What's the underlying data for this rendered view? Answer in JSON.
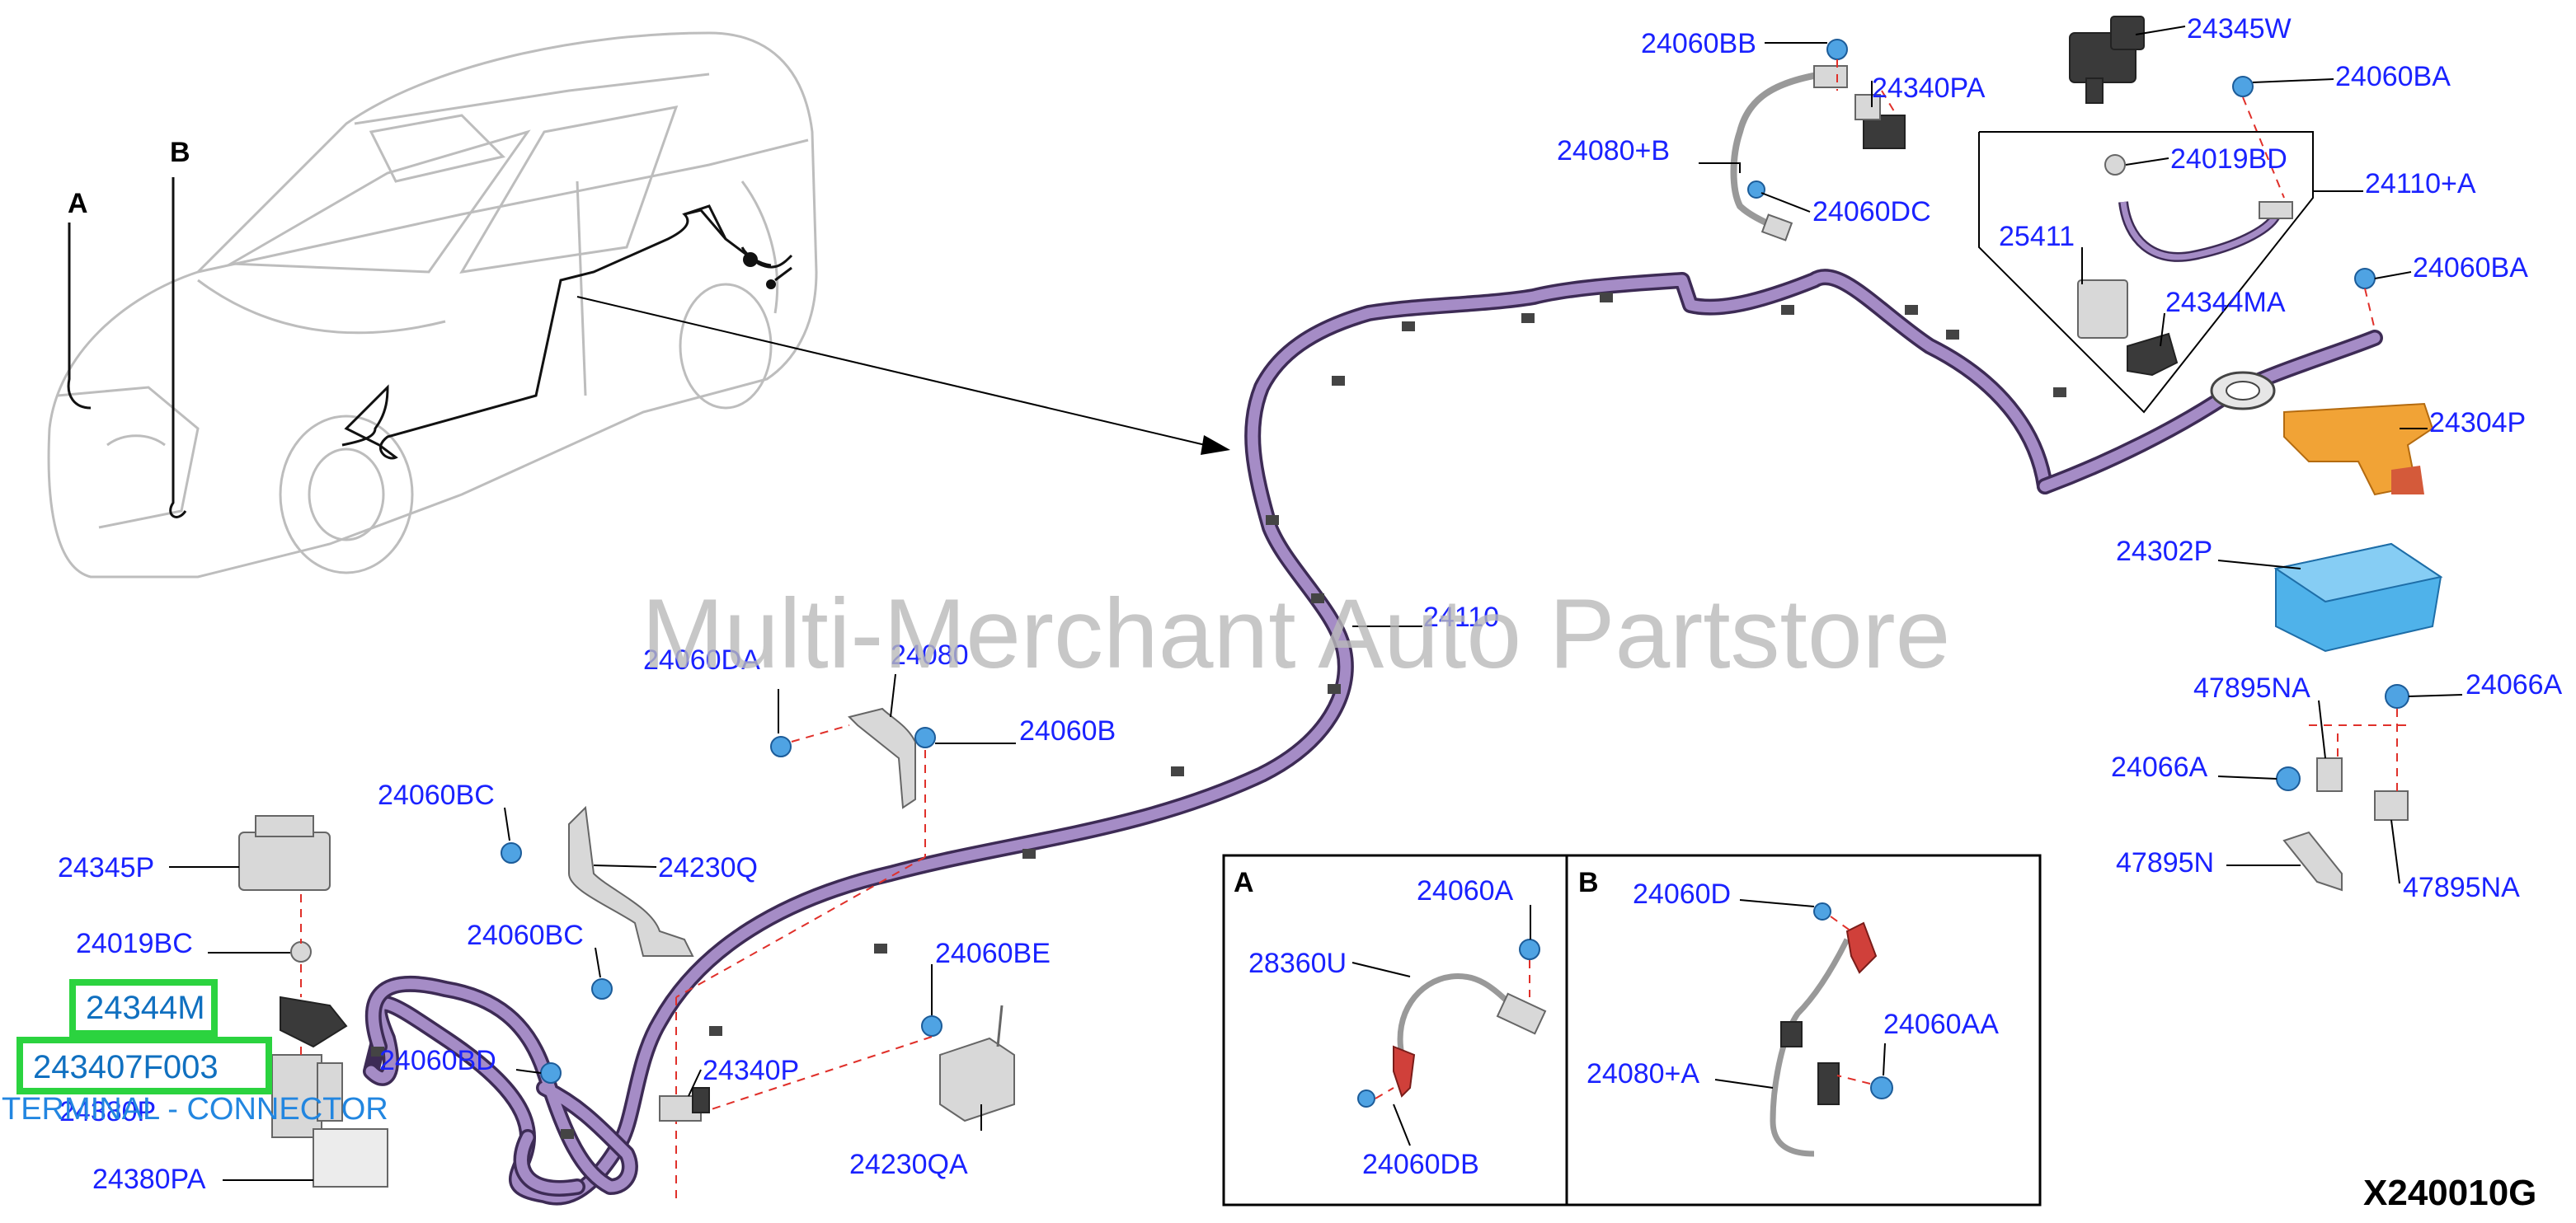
{
  "watermark": "Multi-Merchant Auto Partstore",
  "reference_code": "X240010G",
  "view_letters": {
    "a": "A",
    "b": "B"
  },
  "inset_a": {
    "letter": "A"
  },
  "inset_b": {
    "letter": "B"
  },
  "highlighted": {
    "part_1": "24344M",
    "part_2": "243407F003",
    "tooltip": "TERMINAL - CONNECTOR"
  },
  "labels": {
    "p24060BB": "24060BB",
    "p24340PA": "24340PA",
    "p24345W": "24345W",
    "p24060BA_top": "24060BA",
    "p24080B": "24080+B",
    "p24019BD": "24019BD",
    "p24110A": "24110+A",
    "p24060DC": "24060DC",
    "p25411": "25411",
    "p24060BA_mid": "24060BA",
    "p24344MA": "24344MA",
    "p24304P": "24304P",
    "p24302P": "24302P",
    "p24110": "24110",
    "p24060DA": "24060DA",
    "p24080": "24080",
    "p24060B": "24060B",
    "p47895NA_top": "47895NA",
    "p24066A_right": "24066A",
    "p24066A_left": "24066A",
    "p24060BC_1": "24060BC",
    "p24230Q": "24230Q",
    "p24345P": "24345P",
    "p47895N": "47895N",
    "p47895NA_bot": "47895NA",
    "p24019BC": "24019BC",
    "p24060BC_2": "24060BC",
    "p24060BE": "24060BE",
    "p24060A": "24060A",
    "p24060D": "24060D",
    "p28360U": "28360U",
    "p24060AA": "24060AA",
    "p24060BD": "24060BD",
    "p24340P": "24340P",
    "p24380P": "24380P",
    "p24080A": "24080+A",
    "p24380PA": "24380PA",
    "p24230QA": "24230QA",
    "p24060DB": "24060DB"
  }
}
